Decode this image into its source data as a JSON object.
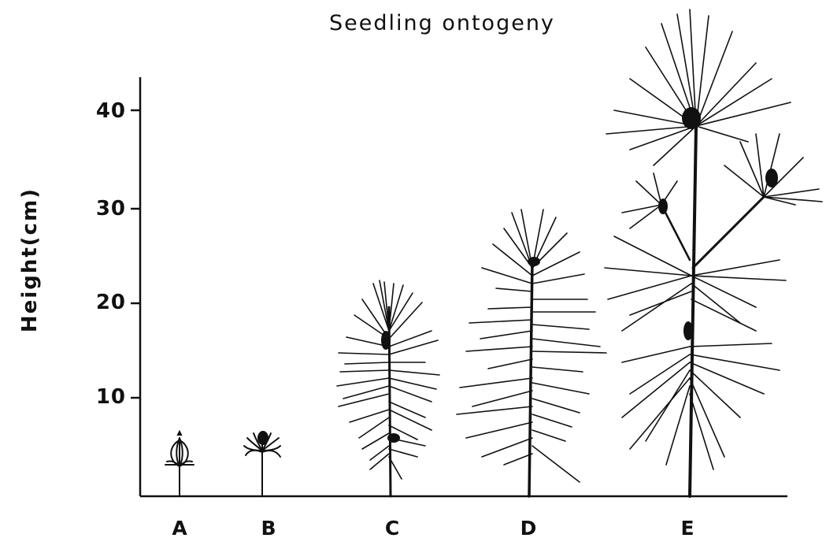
{
  "title": "Seedling ontogeny",
  "y_axis": {
    "label": "Height(cm)",
    "ticks": [
      "40",
      "30",
      "20",
      "10"
    ]
  },
  "x_axis": {
    "stages": [
      "A",
      "B",
      "C",
      "D",
      "E"
    ]
  },
  "colors": {
    "ink": "#111111",
    "background": "#ffffff"
  }
}
